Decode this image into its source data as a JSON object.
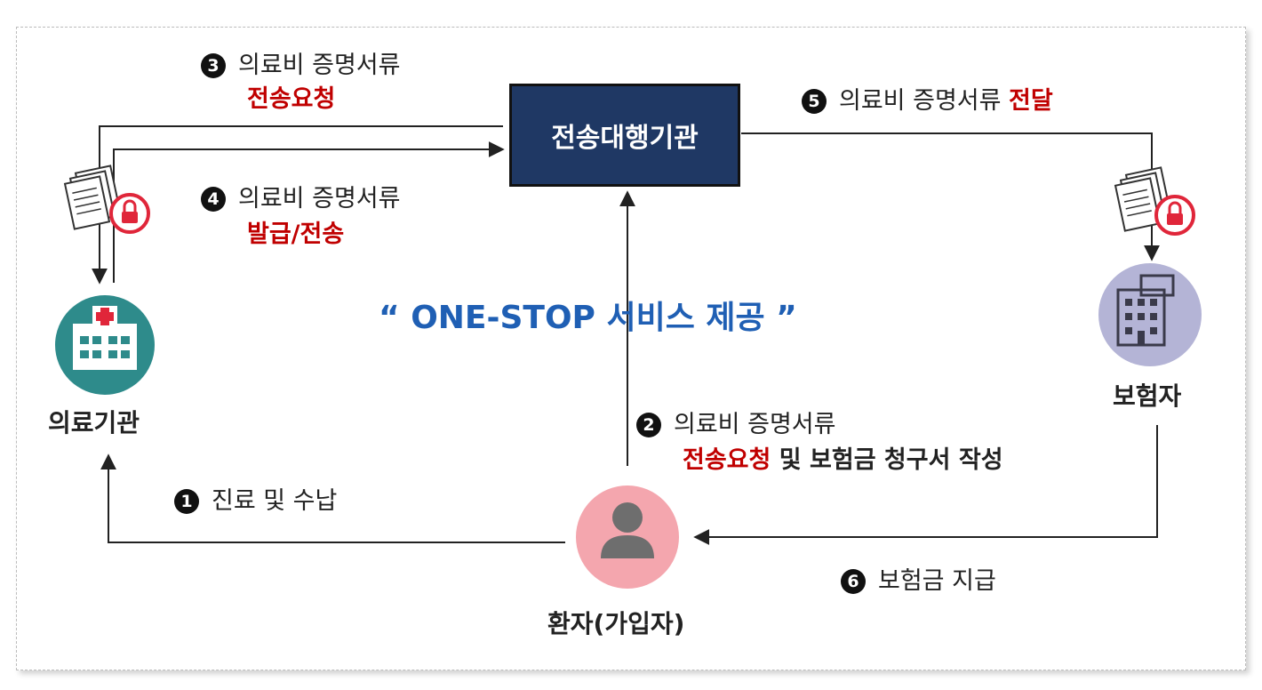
{
  "central": {
    "label": "전송대행기관"
  },
  "nodes": {
    "hospital": "의료기관",
    "insurer": "보험자",
    "patient": "환자(가입자)"
  },
  "slogan": "“ ONE-STOP 서비스 제공 ”",
  "steps": [
    {
      "num": "1",
      "line1": "진료 및 수납"
    },
    {
      "num": "2",
      "line1": "의료비 증명서류",
      "line2_red": "전송요청",
      "line2_rest": " 및 보험금 청구서 작성"
    },
    {
      "num": "3",
      "line1": "의료비 증명서류",
      "line2_red": "전송요청"
    },
    {
      "num": "4",
      "line1": "의료비 증명서류",
      "line2_red": "발급/전송"
    },
    {
      "num": "5",
      "line1": "의료비 증명서류 ",
      "line1_red": "전달"
    },
    {
      "num": "6",
      "line1": "보험금 지급"
    }
  ],
  "colors": {
    "central_fill": "#1f3864",
    "hospital_circle": "#2e8b8b",
    "insurer_circle": "#b4b4d6",
    "patient_circle": "#f4a6ae",
    "lock_red": "#e0263a",
    "highlight_red": "#c00000",
    "slogan_blue": "#1f5fb4"
  },
  "icons": [
    "hospital-icon",
    "building-icon",
    "person-icon",
    "document-stack-icon",
    "lock-icon"
  ]
}
